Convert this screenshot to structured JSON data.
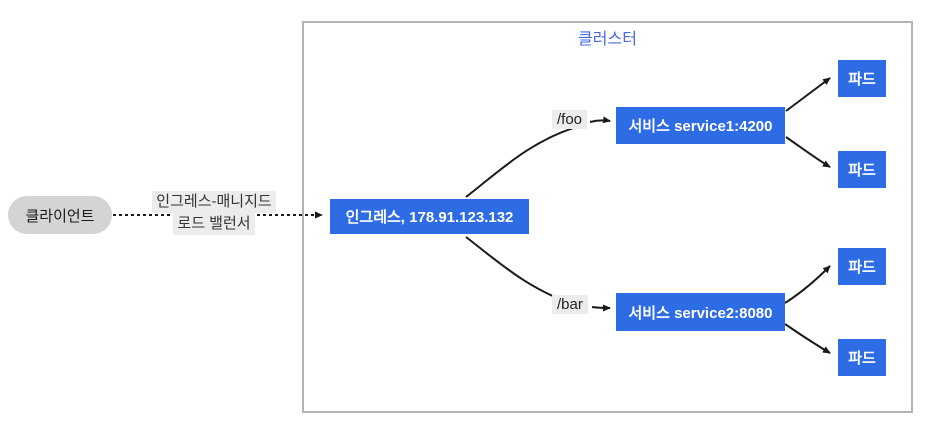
{
  "diagram": {
    "cluster_label": "클러스터",
    "client_label": "클라이언트",
    "load_balancer_label": {
      "line1": "인그레스-매니지드",
      "line2": "로드 밸런서"
    },
    "ingress_label": "인그레스, 178.91.123.132",
    "route_labels": {
      "foo": "/foo",
      "bar": "/bar"
    },
    "services": [
      {
        "label": "서비스 service1:4200"
      },
      {
        "label": "서비스 service2:8080"
      }
    ],
    "pods": [
      {
        "label": "파드"
      },
      {
        "label": "파드"
      },
      {
        "label": "파드"
      },
      {
        "label": "파드"
      }
    ]
  },
  "colors": {
    "node_blue": "#2e6ce6",
    "node_text": "#ffffff",
    "cluster_title_blue": "#476ae4",
    "cluster_border_gray": "#b3b3b3",
    "client_pill_gray": "#d4d4d4",
    "label_background_gray": "#ececec",
    "arrow_black": "#1a1a1a",
    "background": "#ffffff"
  }
}
